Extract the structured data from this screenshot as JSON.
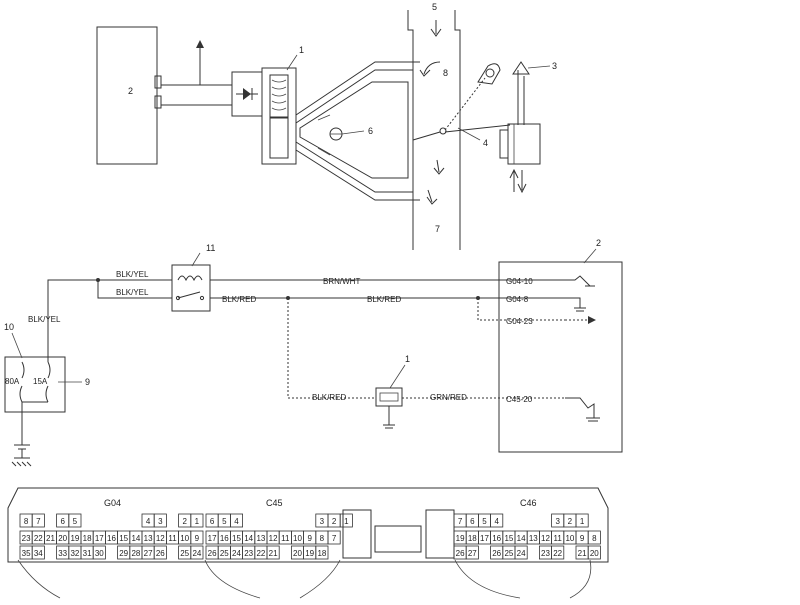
{
  "callouts": {
    "c1": "1",
    "c2": "2",
    "c3": "3",
    "c4": "4",
    "c5": "5",
    "c6": "6",
    "c7": "7",
    "c8": "8",
    "w1": "1",
    "w2": "2",
    "w9": "9",
    "w10": "10",
    "w11": "11"
  },
  "wires": {
    "blk_yel": "BLK/YEL",
    "blk_red": "BLK/RED",
    "brn_wht": "BRN/WHT",
    "grn_red": "GRN/RED"
  },
  "terminals": {
    "g04_10": "G04-10",
    "g04_8": "G04-8",
    "g04_23": "G04-23",
    "c45_20": "C45-20"
  },
  "fuses": {
    "f80": "80A",
    "f15": "15A"
  },
  "connectors": {
    "g04": {
      "title": "G04",
      "top": [
        "8",
        "7",
        "",
        "6",
        "5",
        "",
        "",
        "",
        "",
        "",
        "4",
        "3",
        "",
        "2",
        "1"
      ],
      "mid": [
        "23",
        "22",
        "21",
        "20",
        "19",
        "18",
        "17",
        "16",
        "15",
        "14",
        "13",
        "12",
        "11",
        "10",
        "9"
      ],
      "bot": [
        "35",
        "34",
        "",
        "33",
        "32",
        "31",
        "30",
        "",
        "29",
        "28",
        "27",
        "26",
        "",
        "25",
        "24"
      ]
    },
    "c45": {
      "title": "C45",
      "top": [
        "6",
        "5",
        "4",
        "",
        "",
        "",
        "",
        "",
        "",
        "3",
        "2",
        "1"
      ],
      "mid": [
        "17",
        "16",
        "15",
        "14",
        "13",
        "12",
        "11",
        "10",
        "9",
        "8",
        "7"
      ],
      "bot": [
        "26",
        "25",
        "24",
        "23",
        "22",
        "21",
        "",
        "20",
        "19",
        "18"
      ]
    },
    "c46": {
      "title": "C46",
      "top": [
        "7",
        "6",
        "5",
        "4",
        "",
        "",
        "",
        "",
        "3",
        "2",
        "1"
      ],
      "mid": [
        "19",
        "18",
        "17",
        "16",
        "15",
        "14",
        "13",
        "12",
        "11",
        "10",
        "9",
        "8"
      ],
      "bot": [
        "26",
        "27",
        "",
        "26",
        "25",
        "24",
        "",
        "23",
        "22",
        "",
        "21",
        "20"
      ]
    }
  }
}
